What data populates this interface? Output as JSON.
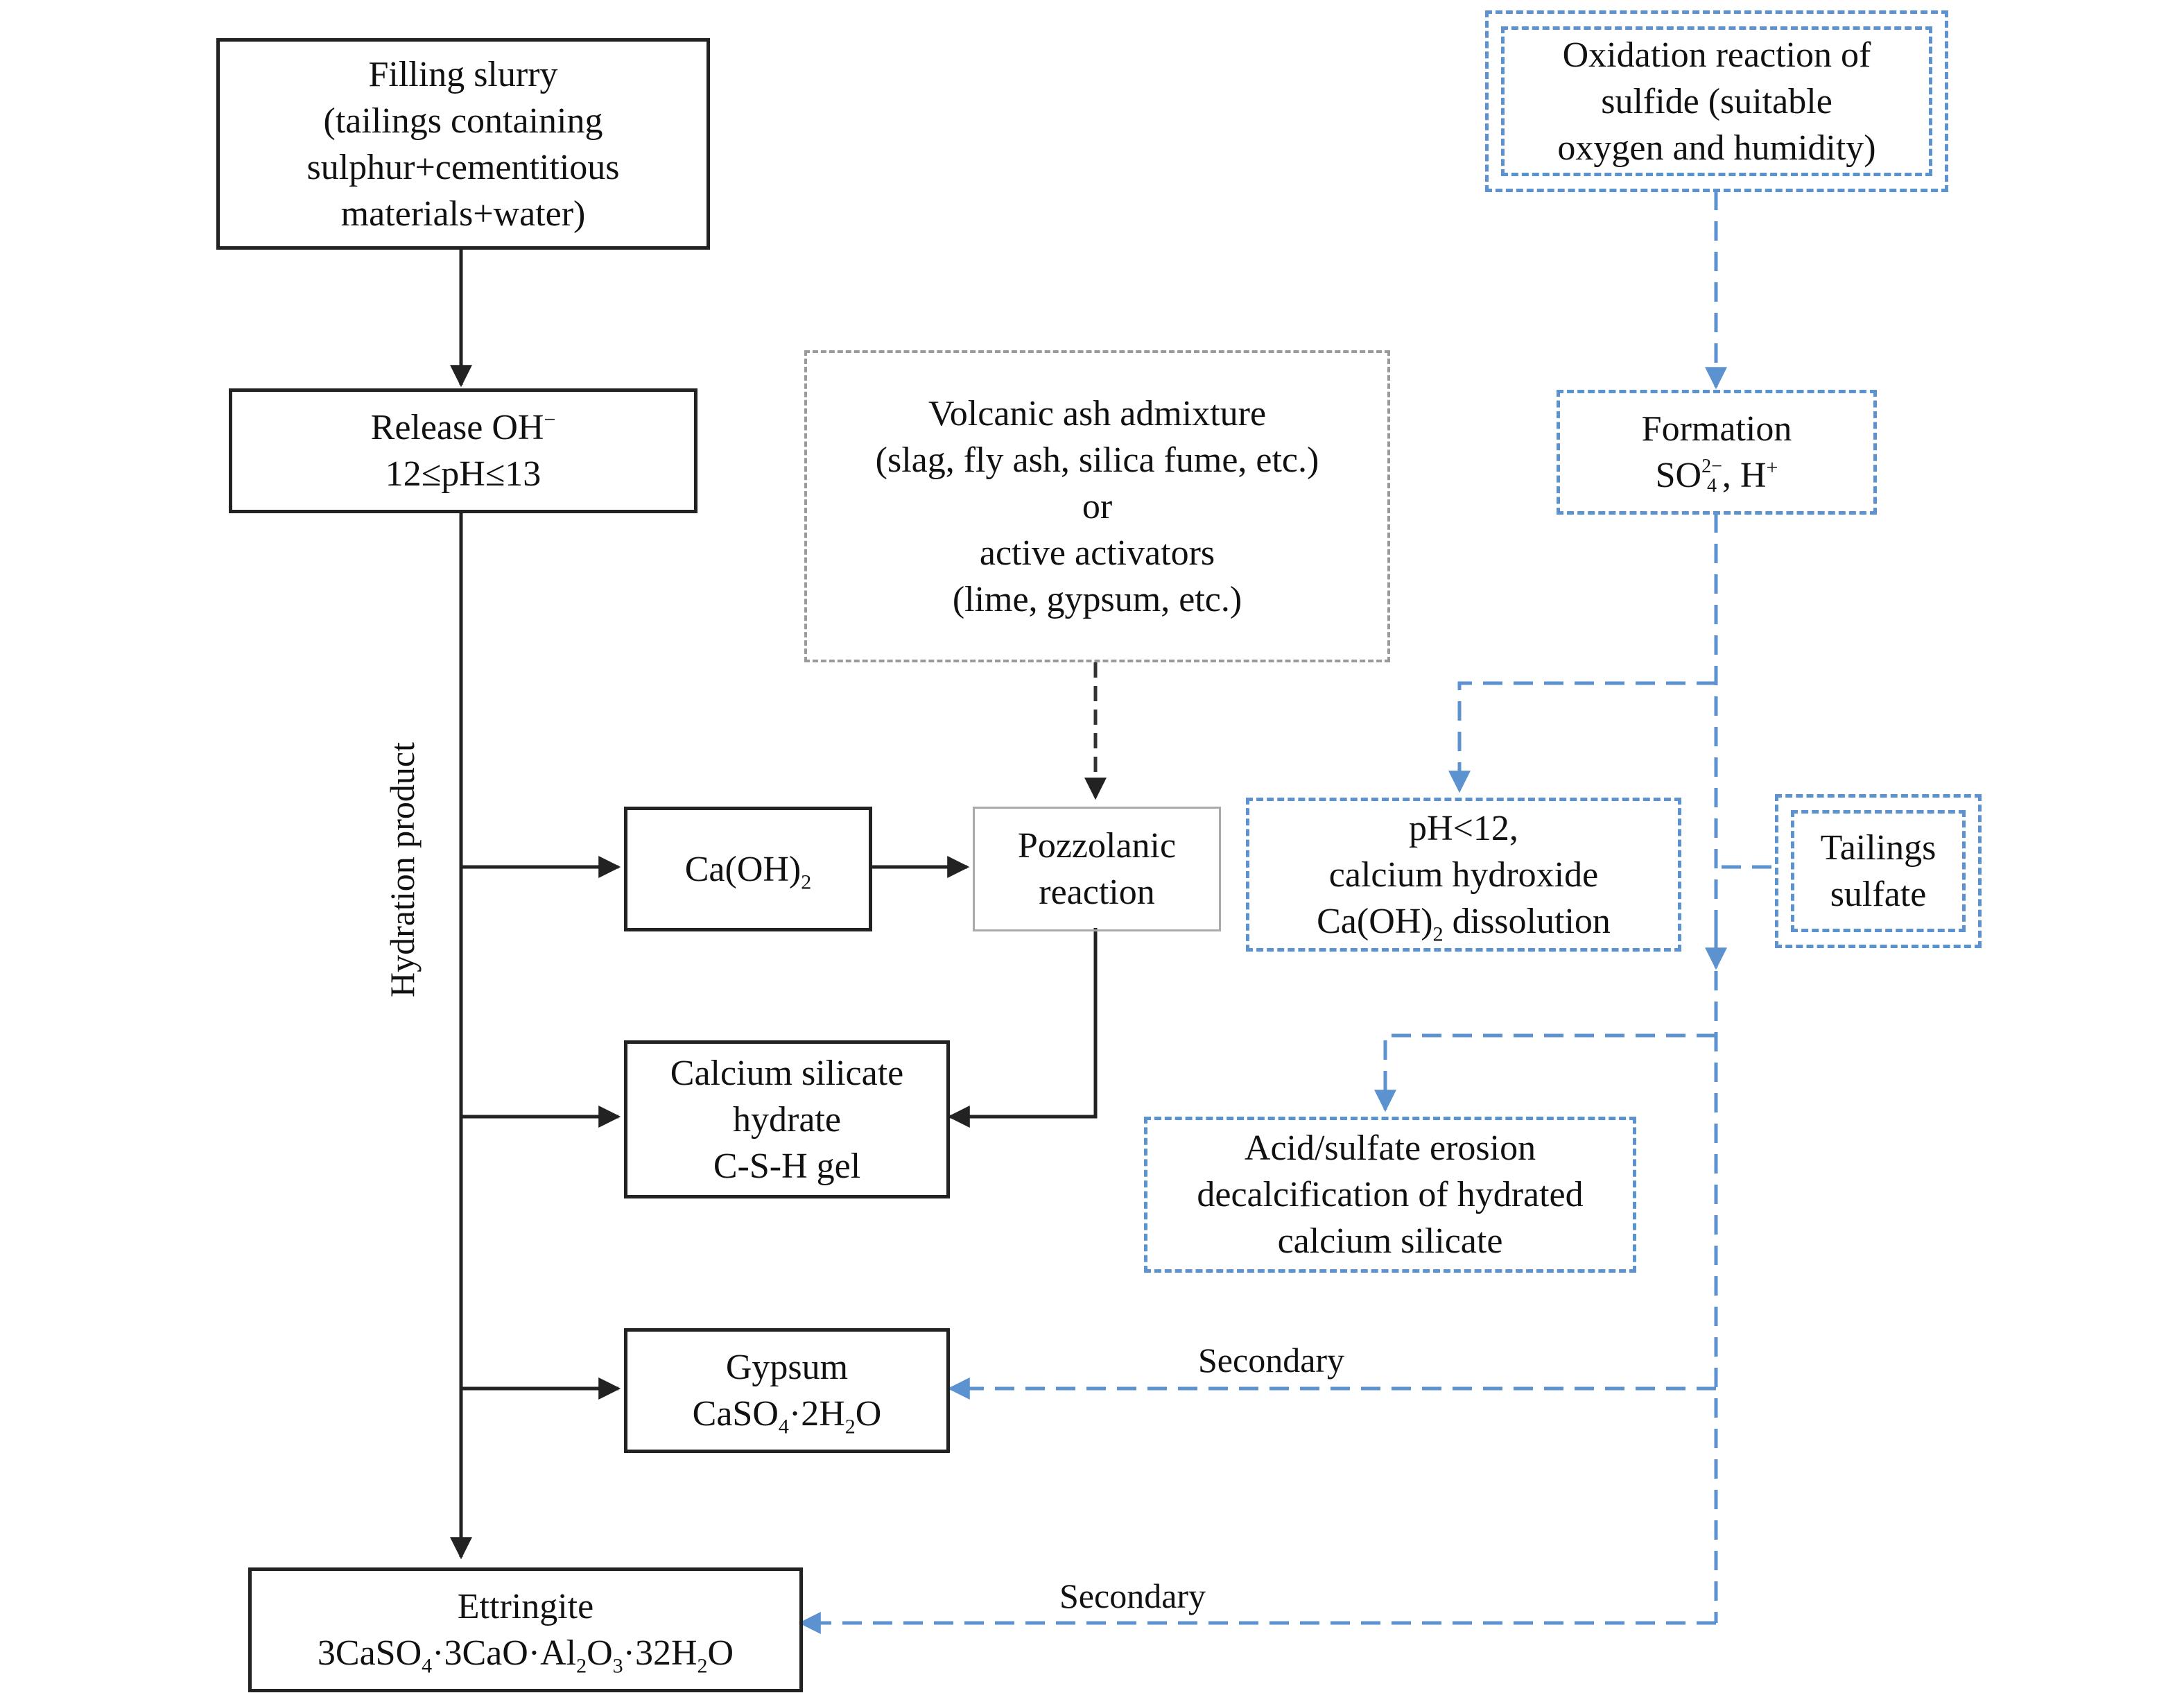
{
  "nodes": {
    "filling_slurry": [
      "Filling slurry",
      "(tailings containing",
      "sulphur+cementitious",
      "materials+water)"
    ],
    "release_oh": {
      "line1_main": "Release OH",
      "line1_sup": "−",
      "line2": "12≤pH≤13"
    },
    "volcanic_ash": [
      "Volcanic ash admixture",
      "(slag, fly ash, silica fume, etc.)",
      "or",
      "active activators",
      "(lime, gypsum, etc.)"
    ],
    "caoh2": {
      "main": "Ca(OH)",
      "sub": "2"
    },
    "pozzolanic": [
      "Pozzolanic",
      "reaction"
    ],
    "csh": [
      "Calcium silicate",
      "hydrate",
      "C-S-H gel"
    ],
    "gypsum": {
      "line1": "Gypsum",
      "formula": [
        {
          "t": "CaSO"
        },
        {
          "sub": "4"
        },
        {
          "t": "·2H"
        },
        {
          "sub": "2"
        },
        {
          "t": "O"
        }
      ]
    },
    "ettringite": {
      "line1": "Ettringite",
      "formula": [
        {
          "t": "3CaSO"
        },
        {
          "sub": "4"
        },
        {
          "t": "·3CaO·Al"
        },
        {
          "sub": "2"
        },
        {
          "t": "O"
        },
        {
          "sub": "3"
        },
        {
          "t": "·32H"
        },
        {
          "sub": "2"
        },
        {
          "t": "O"
        }
      ]
    },
    "oxidation": [
      "Oxidation reaction of",
      "sulfide (suitable",
      "oxygen and humidity)"
    ],
    "formation": {
      "line1": "Formation",
      "so_main": "SO",
      "so_sub": "4",
      "so_sup": "2−",
      "rest": ", H",
      "h_sup": "+"
    },
    "ph_less": {
      "line1": "pH<12,",
      "line2": "calcium hydroxide",
      "line3_main": "Ca(OH)",
      "line3_sub": "2",
      "line3_rest": " dissolution"
    },
    "tailings_sulfate": [
      "Tailings",
      "sulfate"
    ],
    "acid_erosion": [
      "Acid/sulfate erosion",
      "decalcification of hydrated",
      "calcium silicate"
    ]
  },
  "labels": {
    "hydration_product": "Hydration product",
    "secondary_gypsum": "Secondary",
    "secondary_ettringite": "Secondary"
  },
  "colors": {
    "solid": "#222222",
    "dashed_blue": "#5b92cf",
    "dotted_gray": "#9a9a9a"
  }
}
